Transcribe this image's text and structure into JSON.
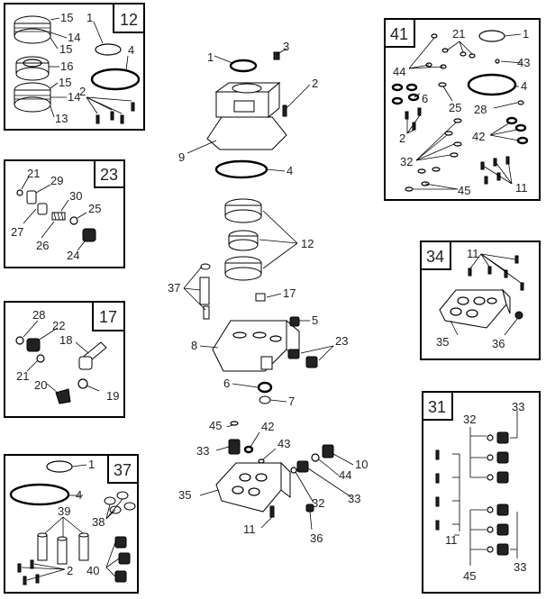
{
  "kits": [
    {
      "id": "kit-12",
      "title": "12",
      "labels": [
        "15",
        "14",
        "15",
        "16",
        "15",
        "14",
        "13",
        "1",
        "4",
        "2"
      ]
    },
    {
      "id": "kit-23",
      "title": "23",
      "labels": [
        "21",
        "29",
        "30",
        "25",
        "27",
        "26",
        "24"
      ]
    },
    {
      "id": "kit-17",
      "title": "17",
      "labels": [
        "28",
        "22",
        "18",
        "21",
        "20",
        "19"
      ]
    },
    {
      "id": "kit-37",
      "title": "37",
      "labels": [
        "1",
        "4",
        "39",
        "38",
        "2",
        "40"
      ]
    },
    {
      "id": "kit-41",
      "title": "41",
      "labels": [
        "21",
        "1",
        "44",
        "43",
        "6",
        "4",
        "25",
        "28",
        "2",
        "42",
        "32",
        "11",
        "45"
      ]
    },
    {
      "id": "kit-34",
      "title": "34",
      "labels": [
        "11",
        "35",
        "36"
      ]
    },
    {
      "id": "kit-31",
      "title": "31",
      "labels": [
        "32",
        "33",
        "11",
        "45",
        "33"
      ]
    }
  ],
  "main_labels": [
    "1",
    "3",
    "2",
    "9",
    "4",
    "12",
    "37",
    "17",
    "5",
    "8",
    "23",
    "6",
    "7",
    "45",
    "42",
    "33",
    "43",
    "35",
    "10",
    "44",
    "32",
    "33",
    "11",
    "36"
  ]
}
